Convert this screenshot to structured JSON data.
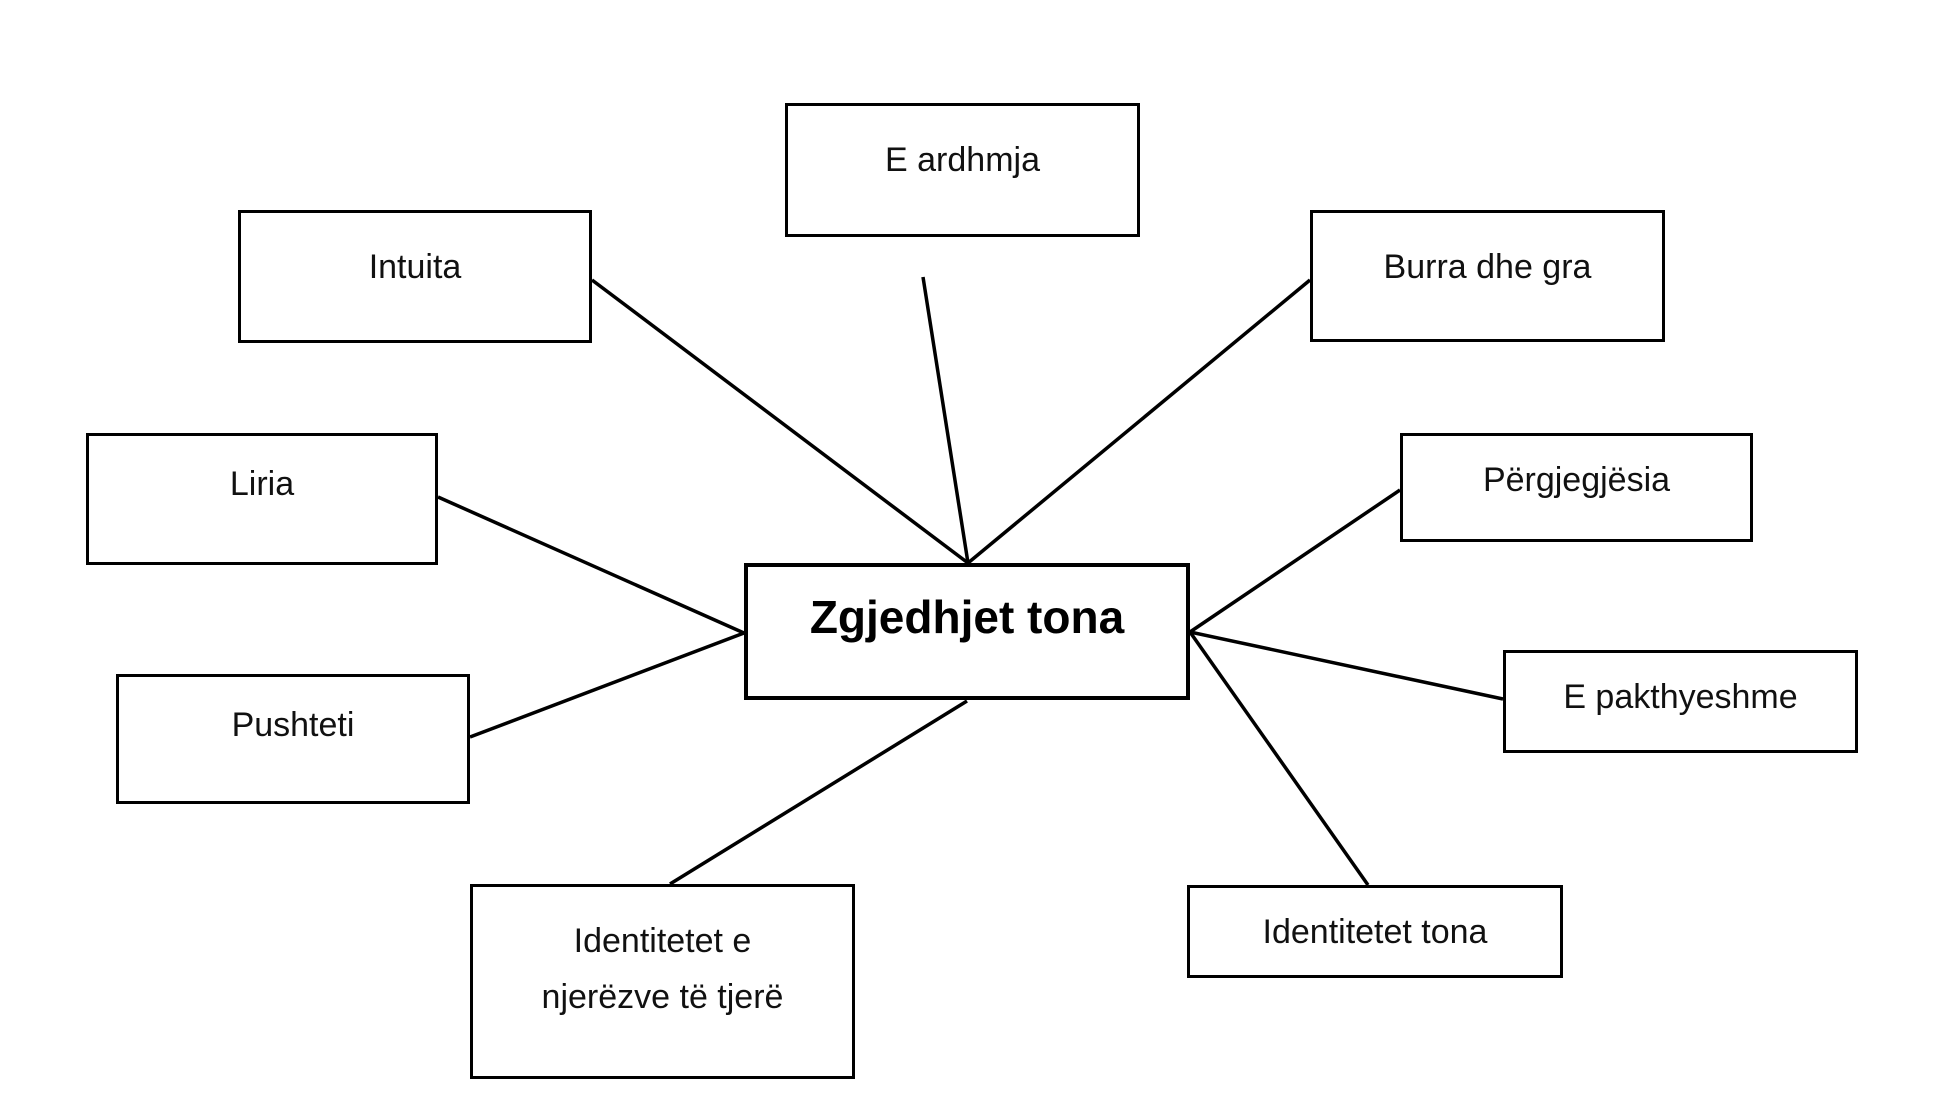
{
  "diagram": {
    "title": "Zgjedhjet tona mind map",
    "colors": {
      "background": "#ffffff",
      "border": "#000000",
      "line": "#000000",
      "text": "#111111"
    },
    "center": {
      "label": "Zgjedhjet tona"
    },
    "nodes": {
      "e_ardhmja": {
        "label": "E ardhmja"
      },
      "intuita": {
        "label": "Intuita"
      },
      "burra_dhe_gra": {
        "label": "Burra dhe gra"
      },
      "liria": {
        "label": "Liria"
      },
      "pergjegjesia": {
        "label": "Përgjegjësia"
      },
      "pushteti": {
        "label": "Pushteti"
      },
      "e_pakthyeshme": {
        "label": "E pakthyeshme"
      },
      "identitetet_njerezve": {
        "label": "Identitetet e njerëzve të tjerë",
        "lines": [
          "Identitetet e",
          "njerëzve të tjerë"
        ]
      },
      "identitetet_tona": {
        "label": "Identitetet tona"
      }
    }
  }
}
